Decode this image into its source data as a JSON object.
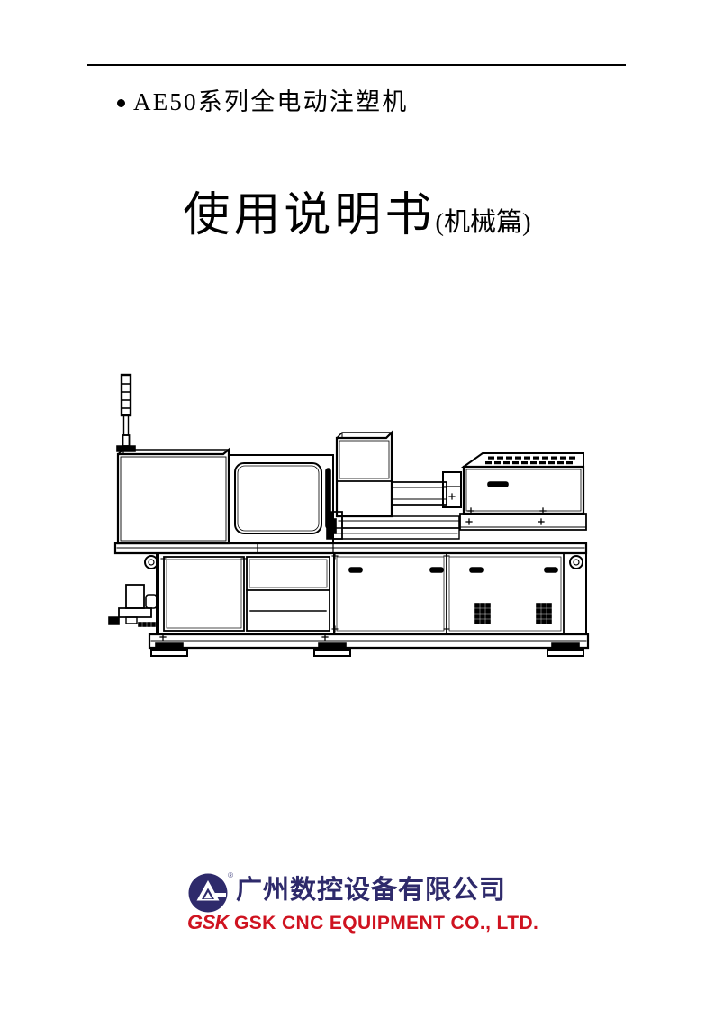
{
  "document": {
    "type": "manual-cover",
    "page_background": "#ffffff"
  },
  "header": {
    "rule_visible": true,
    "product_bullet": "•",
    "product_name": "AE50系列全电动注塑机"
  },
  "title": {
    "main": "使用说明书",
    "suffix": "(机械篇)"
  },
  "figure": {
    "name": "injection-molding-machine-line-drawing",
    "caption": "",
    "parts": [
      "signal-tower",
      "clamping-unit-guard",
      "safety-door-window",
      "hopper",
      "barrel-assembly",
      "injection-unit-cover",
      "vent-grille",
      "base-cabinet-doors",
      "leveling-feet",
      "lubrication-pump"
    ]
  },
  "logo": {
    "emblem_name": "gsk-triangle-emblem",
    "registered_mark": "®",
    "mark_text": "GSK",
    "company_cn": "广州数控设备有限公司",
    "company_en": "GSK CNC EQUIPMENT CO., LTD.",
    "colors": {
      "emblem_blue": "#2e2a6b",
      "text_red": "#cf1320",
      "text_navy": "#2e2a6b"
    }
  }
}
